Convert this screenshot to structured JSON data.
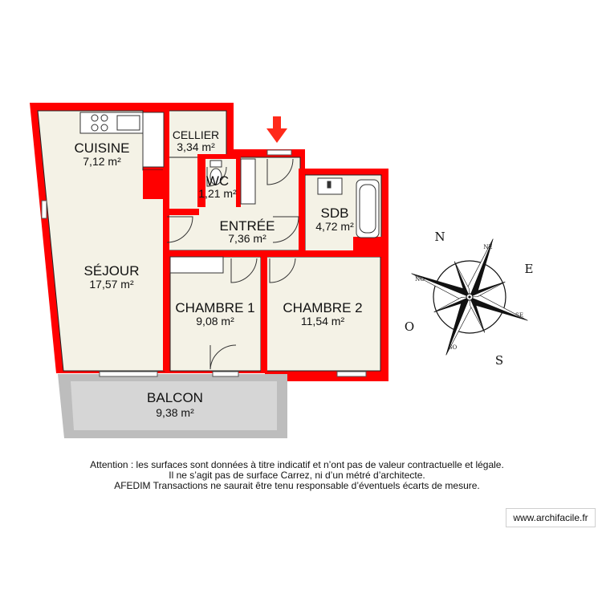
{
  "colors": {
    "wall": "#ff0000",
    "floor": "#f4f2e6",
    "balcony": "#cfcfcf",
    "stroke": "#111111"
  },
  "rooms": {
    "cuisine": {
      "name": "CUISINE",
      "area": "7,12 m²"
    },
    "cellier": {
      "name": "CELLIER",
      "area": "3,34 m²"
    },
    "wc": {
      "name": "WC",
      "area": "1,21 m²"
    },
    "entree": {
      "name": "ENTRÉE",
      "area": "7,36 m²"
    },
    "sdb": {
      "name": "SDB",
      "area": "4,72 m²"
    },
    "sejour": {
      "name": "SÉJOUR",
      "area": "17,57 m²"
    },
    "chambre1": {
      "name": "CHAMBRE 1",
      "area": "9,08 m²"
    },
    "chambre2": {
      "name": "CHAMBRE 2",
      "area": "11,54 m²"
    },
    "balcon": {
      "name": "BALCON",
      "area": "9,38 m²"
    }
  },
  "compass": {
    "n": "N",
    "ne": "NE",
    "e": "E",
    "se": "SE",
    "s": "S",
    "so": "SO",
    "o": "O",
    "no": "NO"
  },
  "icons": {
    "entry_arrow": "entry-arrow-icon",
    "compass": "compass-rose-icon"
  },
  "disclaimer": [
    "Attention : les surfaces sont données à titre indicatif et n’ont pas de valeur contractuelle et légale.",
    "Il ne s’agit pas de surface Carrez, ni d’un métré d’architecte.",
    "AFEDIM Transactions ne saurait être tenu responsable d’éventuels écarts de mesure."
  ],
  "footer": {
    "site": "www.archifacile.fr"
  }
}
